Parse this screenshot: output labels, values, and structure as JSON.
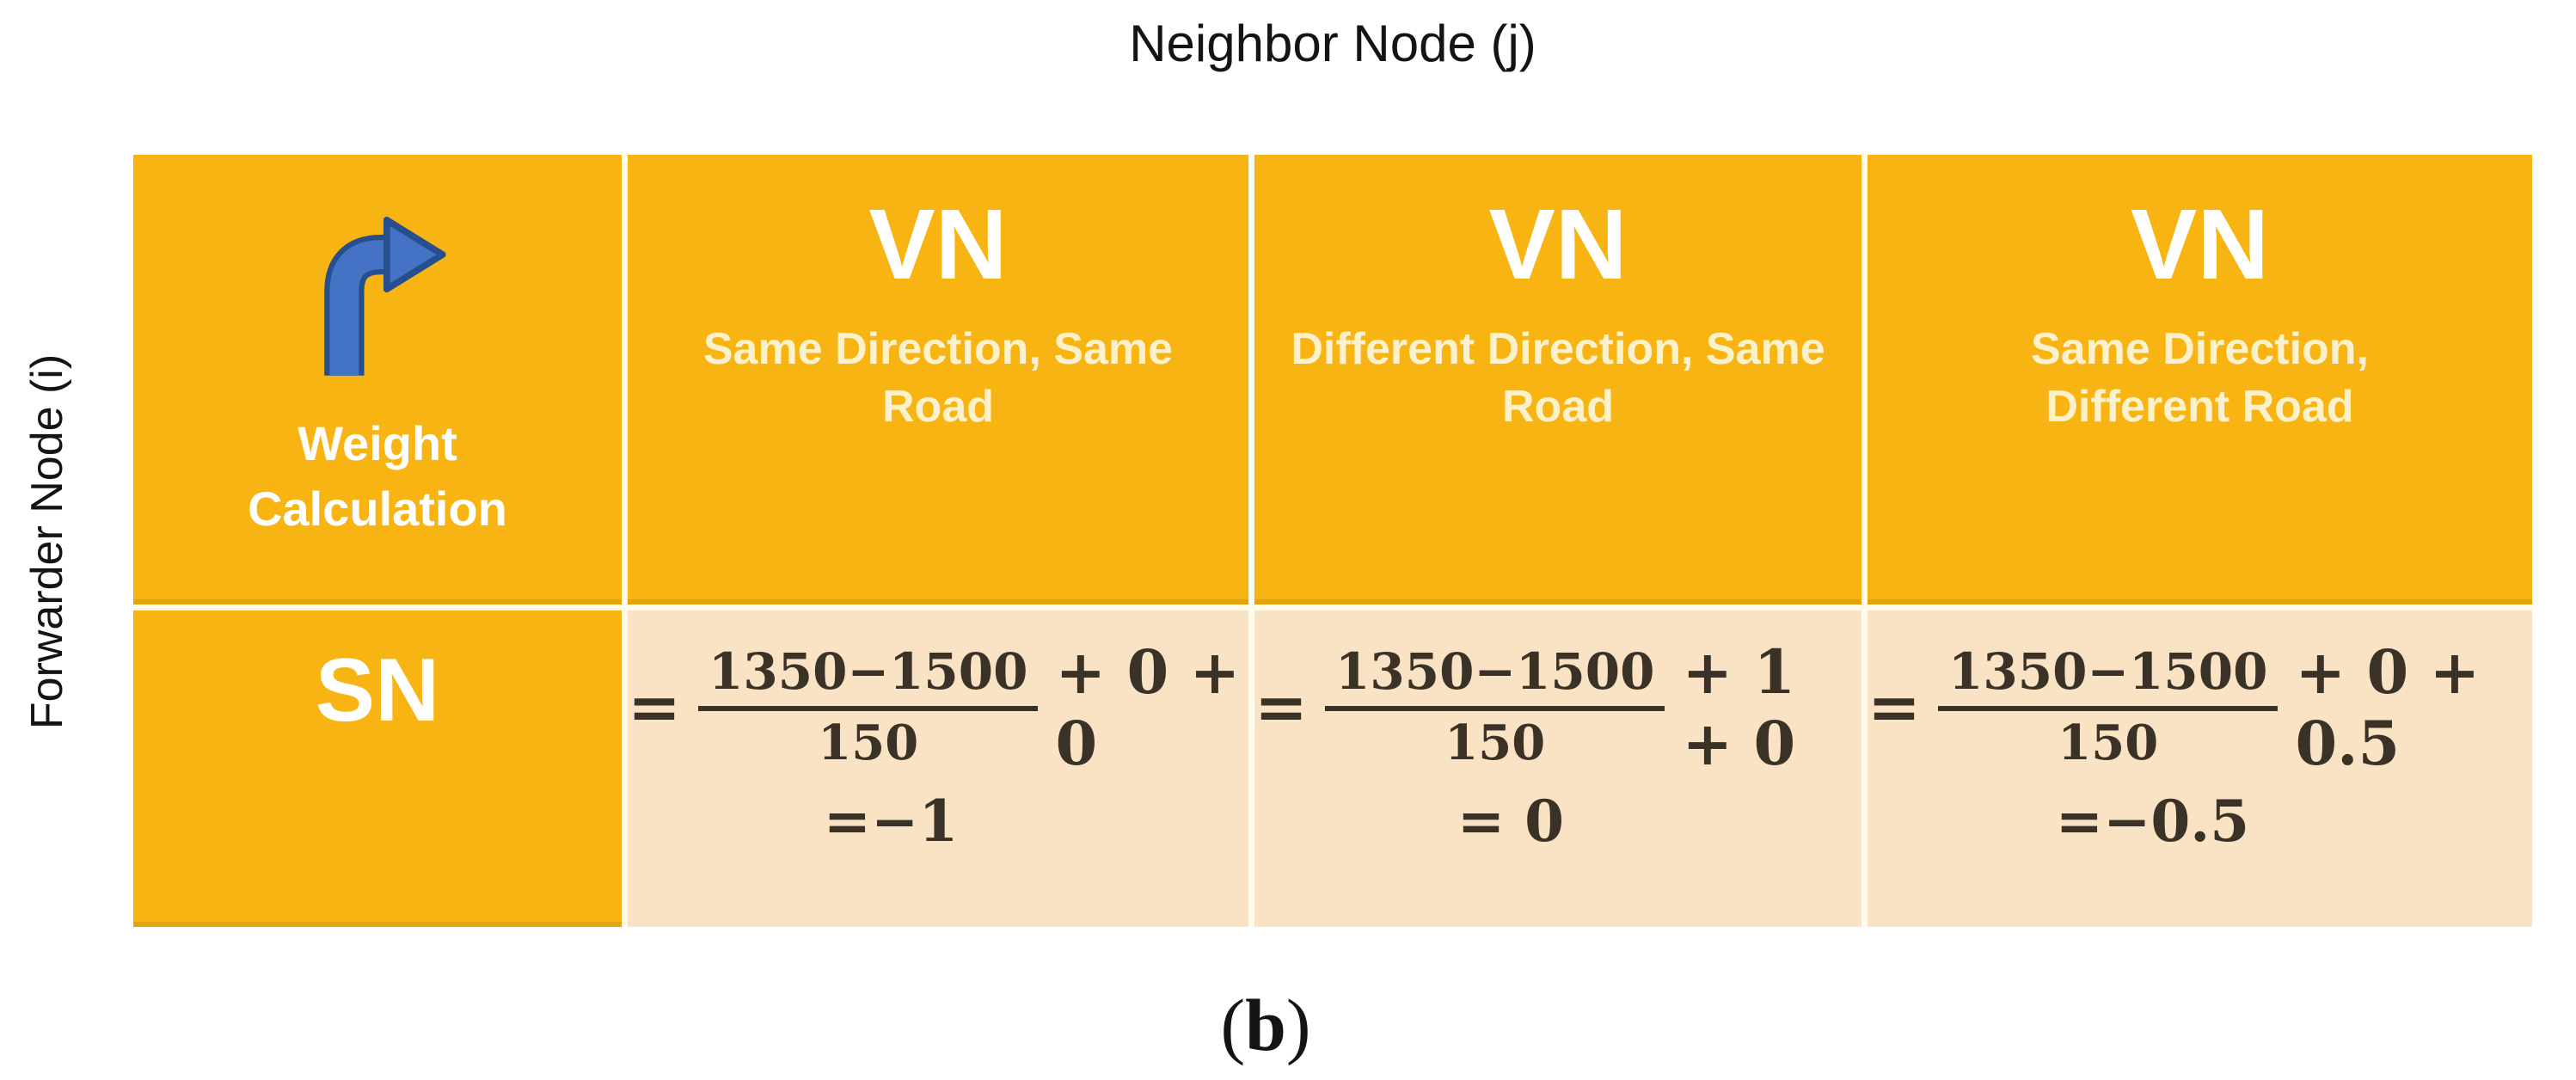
{
  "figure": {
    "top_axis_label": "Neighbor Node (j)",
    "left_axis_label": "Forwarder Node (i)",
    "caption": {
      "open": "(",
      "letter": "b",
      "close": ")"
    }
  },
  "table": {
    "corner": {
      "icon": "turn-right-arrow-icon",
      "label_line1": "Weight",
      "label_line2": "Calculation"
    },
    "columns": [
      {
        "code": "VN",
        "subtitle": "Same Direction, Same Road"
      },
      {
        "code": "VN",
        "subtitle": "Different Direction, Same Road"
      },
      {
        "code": "VN",
        "subtitle": "Same Direction, Different Road"
      }
    ],
    "row_header": "SN",
    "cells": [
      {
        "eq": "=",
        "numerator": "1350−1500",
        "denominator": "150",
        "tail": "+ 0 + 0",
        "result": "=−1"
      },
      {
        "eq": "=",
        "numerator": "1350−1500",
        "denominator": "150",
        "tail": "+ 1 + 0",
        "result": "= 0"
      },
      {
        "eq": "=",
        "numerator": "1350−1500",
        "denominator": "150",
        "tail": "+ 0 + 0.5",
        "result": "=−0.5"
      }
    ]
  },
  "colors": {
    "orange": "#F8B413",
    "peach": "#FAE3C5",
    "divider": "#FEFBEC",
    "formula-ink": "#3B3227",
    "header-subtitle": "#FCF1CD",
    "title-ink": "#141414",
    "arrow-blue": "#4472C4",
    "arrow-outline": "#274E8D"
  }
}
